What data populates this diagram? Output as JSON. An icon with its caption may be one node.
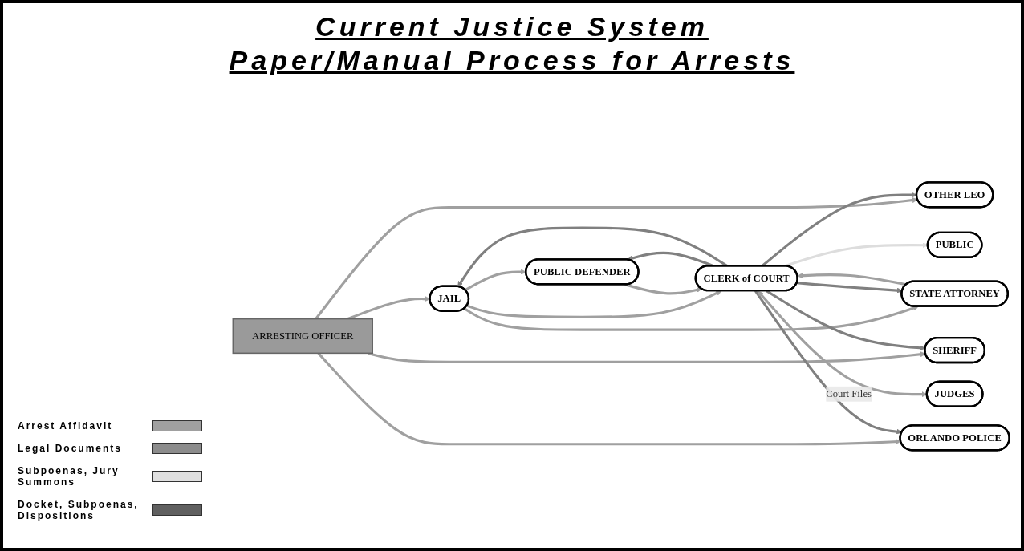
{
  "diagram": {
    "title": "Current Justice System Paper/Manual Process for Arrests",
    "nodes": [
      {
        "text": [
          "ARRESTING OFFICER"
        ]
      },
      {
        "text": [
          "OTHER LEO"
        ]
      },
      {
        "text": [
          "PUBLIC DEFENDER"
        ]
      },
      {
        "text": [
          "STATE ATTORNEY"
        ]
      },
      {
        "text": [
          "PUBLIC"
        ]
      },
      {
        "text": [
          "JAIL"
        ]
      },
      {
        "text": [
          "CLERK of COURT"
        ]
      },
      {
        "text": [
          "SHERIFF"
        ]
      },
      {
        "text": [
          "ORLANDO POLICE"
        ]
      },
      {
        "text": [
          "JUDGES"
        ]
      }
    ],
    "edges": [
      {
        "from": 0,
        "to": 1,
        "arrow": "to"
      },
      {
        "from": 0,
        "to": 5,
        "arrow": "to"
      },
      {
        "from": 0,
        "to": 7,
        "arrow": "to"
      },
      {
        "from": 0,
        "to": 8,
        "arrow": "to"
      },
      {
        "from": 5,
        "to": 2,
        "arrow": "to"
      },
      {
        "from": 5,
        "to": 3,
        "arrow": "to"
      },
      {
        "from": 5,
        "to": 6,
        "arrow": "to"
      },
      {
        "from": 2,
        "to": 6,
        "arrow": "to"
      },
      {
        "from": 3,
        "to": 6,
        "arrow": "to"
      },
      {
        "from": 6,
        "to": 1,
        "arrow": "to",
        "color": "#808080"
      },
      {
        "from": 6,
        "to": 2,
        "arrow": "to",
        "color": "#808080"
      },
      {
        "from": 6,
        "to": 3,
        "arrow": "to",
        "color": "#808080"
      },
      {
        "from": 6,
        "to": 5,
        "arrow": "to",
        "color": "#808080"
      },
      {
        "from": 6,
        "to": 7,
        "arrow": "to",
        "color": "#808080"
      },
      {
        "from": 6,
        "to": 8,
        "arrow": "to",
        "color": "#808080"
      },
      {
        "from": 6,
        "to": 4,
        "arrow": "to",
        "color": "#dddddd"
      },
      {
        "from": 6,
        "to": 9,
        "arrow": "both",
        "label": "Court Files"
      }
    ],
    "legend": [
      {
        "text": "Arrest Affidavit",
        "color": "#a0a0a0"
      },
      {
        "text": "Legal Documents",
        "color": "#8c8c8c"
      },
      {
        "text": "Subpoenas, Jury Summons",
        "color": "#e0e0e0"
      },
      {
        "text": "Docket, Subpoenas, Dispositions",
        "color": "#606060"
      }
    ]
  }
}
